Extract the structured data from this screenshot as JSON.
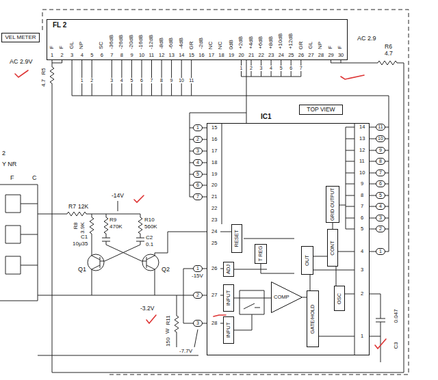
{
  "diagram": {
    "nodes": [
      {
        "text": [
          "FL 2"
        ]
      },
      {
        "text": [
          "VEL METER"
        ]
      },
      {
        "text": [
          "TOP VIEW"
        ]
      },
      {
        "text": [
          "IC1"
        ]
      },
      {
        "text": [
          "RESET"
        ],
        "in": 3
      },
      {
        "text": [
          "T REG"
        ],
        "in": 3
      },
      {
        "text": [
          "GRID OUTPUT"
        ],
        "in": 3
      },
      {
        "text": [
          "CONT"
        ],
        "in": 3
      },
      {
        "text": [
          "OUT"
        ],
        "in": 3
      },
      {
        "text": [
          "ADJ"
        ],
        "in": 3
      },
      {
        "text": [
          "INPUT"
        ],
        "in": 3
      },
      {
        "text": [
          "COMP"
        ],
        "in": 3
      },
      {
        "text": [
          "INPUT"
        ],
        "in": 3
      },
      {
        "text": [
          "GATE/HOLD"
        ],
        "in": 3
      },
      {
        "text": [
          "OSC"
        ],
        "in": 3
      }
    ],
    "edges": [
      {
        "from": 0,
        "to": 3,
        "arrow": "none"
      },
      {
        "from": 10,
        "to": 11,
        "arrow": "none"
      },
      {
        "from": 11,
        "to": 13,
        "arrow": "none"
      },
      {
        "from": 13,
        "to": 8,
        "arrow": "none"
      },
      {
        "from": 8,
        "to": 7,
        "arrow": "none"
      },
      {
        "from": 7,
        "to": 6,
        "arrow": "none"
      },
      {
        "from": 14,
        "to": 7,
        "arrow": "none"
      }
    ],
    "labels": [
      "F",
      "F",
      "GL",
      "NP",
      "SC",
      "-36dB",
      "-26dB",
      "-20dB",
      "-16dB",
      "-12dB",
      "-8dB",
      "-6dB",
      "-4dB",
      "GR",
      "-2dB",
      "NC",
      "NC",
      "0dB",
      "+2dB",
      "+4dB",
      "+6dB",
      "+8dB",
      "+10dB",
      "+12dB",
      "GR",
      "GL",
      "NP",
      "F",
      "F",
      "1",
      "2",
      "3",
      "4",
      "5",
      "6",
      "7",
      "8",
      "9",
      "10",
      "11",
      "12",
      "13",
      "14",
      "15",
      "16",
      "17",
      "18",
      "19",
      "20",
      "21",
      "22",
      "23",
      "24",
      "25",
      "26",
      "27",
      "28",
      "29",
      "30",
      "1",
      "2",
      "3",
      "4",
      "5",
      "6",
      "7",
      "8",
      "9",
      "10",
      "11",
      "1",
      "2",
      "3",
      "4",
      "5",
      "6",
      "7",
      "15",
      "16",
      "17",
      "18",
      "19",
      "20",
      "21",
      "22",
      "23",
      "24",
      "25",
      "26",
      "27",
      "28",
      "14",
      "13",
      "12",
      "11",
      "10",
      "9",
      "8",
      "7",
      "6",
      "5",
      "4",
      "3",
      "2",
      "1",
      "1",
      "2",
      "3",
      "4",
      "5",
      "6",
      "7",
      "1",
      "2",
      "3",
      "11",
      "10",
      "9",
      "8",
      "7",
      "6",
      "5",
      "4",
      "3",
      "2",
      "1",
      "AC 2.9V",
      "R5",
      "4.7",
      "AC 2.9",
      "R6",
      "4.7",
      "R7",
      "12K",
      "-14V",
      "R8",
      "3.9K",
      "R9",
      "470K",
      "R10",
      "560K",
      "C1",
      "10μ35",
      "C2",
      "0.1",
      "Q1",
      "Q2",
      "-15V",
      "-3.2V",
      "R11",
      "W",
      "150",
      "-7.7V",
      "0.047",
      "C3",
      "2",
      "Y NR",
      "F",
      "C"
    ]
  }
}
